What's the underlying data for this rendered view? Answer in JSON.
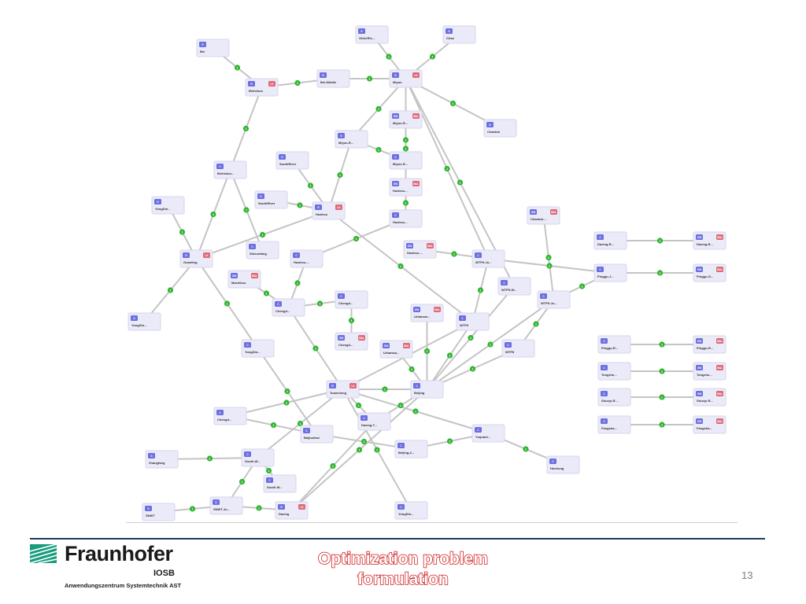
{
  "diagram": {
    "nodes": [
      {
        "id": "bei",
        "label": "Bei",
        "badges": [
          "G"
        ]
      },
      {
        "id": "otherriv",
        "label": "OtherRiv...",
        "badges": [
          "G"
        ]
      },
      {
        "id": "chao",
        "label": "Chao",
        "badges": [
          "G"
        ]
      },
      {
        "id": "beihekou",
        "label": "Beihekou",
        "badges": [
          "R",
          "LK"
        ]
      },
      {
        "id": "beimiddle",
        "label": "Bei-Middle",
        "badges": [
          "R"
        ]
      },
      {
        "id": "miyun",
        "label": "Miyun",
        "badges": [
          "R",
          "LK"
        ]
      },
      {
        "id": "chaobai",
        "label": "Chaobai",
        "badges": [
          "G"
        ]
      },
      {
        "id": "miyunr1",
        "label": "Miyun-R...",
        "badges": [
          "G"
        ]
      },
      {
        "id": "miyunr2",
        "label": "Miyun-R...",
        "badges": [
          "GW",
          "WAL"
        ]
      },
      {
        "id": "miyunr3",
        "label": "Miyun-R...",
        "badges": [
          "C"
        ]
      },
      {
        "id": "beihekou2",
        "label": "Beihekou...",
        "badges": [
          "C"
        ]
      },
      {
        "id": "southriver",
        "label": "SouthRiver",
        "badges": [
          "G"
        ]
      },
      {
        "id": "southriver2",
        "label": "SouthRiver",
        "badges": [
          "G"
        ]
      },
      {
        "id": "huairou",
        "label": "Huairou",
        "badges": [
          "R",
          "LK"
        ]
      },
      {
        "id": "huairou2",
        "label": "Huairou...",
        "badges": [
          "GW",
          "WAL"
        ]
      },
      {
        "id": "huairou3",
        "label": "Huairou...",
        "badges": [
          "C"
        ]
      },
      {
        "id": "yongdin1",
        "label": "YongDin...",
        "badges": [
          "G"
        ]
      },
      {
        "id": "guanting",
        "label": "Guanting",
        "badges": [
          "R",
          "LK"
        ]
      },
      {
        "id": "shixunfang",
        "label": "Shixunfang",
        "badges": [
          "C"
        ]
      },
      {
        "id": "huairou4",
        "label": "Huairou-...",
        "badges": [
          "C"
        ]
      },
      {
        "id": "huairou5",
        "label": "Huairou-...",
        "badges": [
          "GW",
          "WAL"
        ]
      },
      {
        "id": "wtp9ju",
        "label": "WTP9-Ju...",
        "badges": [
          "C"
        ]
      },
      {
        "id": "chaobai2",
        "label": "Chaobai-...",
        "badges": [
          "GW",
          "WAL"
        ]
      },
      {
        "id": "daxingr",
        "label": "Daxing-R...",
        "badges": [
          "C"
        ]
      },
      {
        "id": "daxingr2",
        "label": "Daxing-R...",
        "badges": [
          "GW",
          "WAL"
        ]
      },
      {
        "id": "pinggu",
        "label": "Pinggu-J...",
        "badges": [
          "C"
        ]
      },
      {
        "id": "pinggug",
        "label": "Pinggu-G...",
        "badges": [
          "GW",
          "WAL"
        ]
      },
      {
        "id": "machikou",
        "label": "Machikou",
        "badges": [
          "GW",
          "WAL"
        ]
      },
      {
        "id": "chengd1",
        "label": "Chengd...",
        "badges": [
          "C"
        ]
      },
      {
        "id": "chengd2",
        "label": "Chengd...",
        "badges": [
          "C"
        ]
      },
      {
        "id": "wtp9w",
        "label": "WTP9-W...",
        "badges": [
          "C"
        ]
      },
      {
        "id": "wtp9ju2",
        "label": "WTP9-Ju...",
        "badges": [
          "C"
        ]
      },
      {
        "id": "yongdin2",
        "label": "YongDin...",
        "badges": [
          "G"
        ]
      },
      {
        "id": "urbanwa1",
        "label": "Urbanwa...",
        "badges": [
          "GW",
          "WAL"
        ]
      },
      {
        "id": "wtp9",
        "label": "WTP9",
        "badges": [
          "C"
        ]
      },
      {
        "id": "chengd3",
        "label": "Chengd...",
        "badges": [
          "GW",
          "WAL"
        ]
      },
      {
        "id": "pingguR",
        "label": "Pinggu-R...",
        "badges": [
          "C"
        ]
      },
      {
        "id": "pingguR2",
        "label": "Pinggu-R...",
        "badges": [
          "GW",
          "WAL"
        ]
      },
      {
        "id": "yongdin3",
        "label": "YongDin...",
        "badges": [
          "C"
        ]
      },
      {
        "id": "urbanwa2",
        "label": "Urbanwa...",
        "badges": [
          "GW",
          "WAL"
        ]
      },
      {
        "id": "wtp8",
        "label": "WTP8",
        "badges": [
          "C"
        ]
      },
      {
        "id": "tongzho1",
        "label": "Tongzho...",
        "badges": [
          "C"
        ]
      },
      {
        "id": "tongzho2",
        "label": "Tongzho...",
        "badges": [
          "GW",
          "WAL"
        ]
      },
      {
        "id": "tuancheng",
        "label": "Tuancheng",
        "badges": [
          "R",
          "LK"
        ]
      },
      {
        "id": "beijing",
        "label": "Beijing",
        "badges": [
          "C"
        ]
      },
      {
        "id": "shunyi1",
        "label": "Shunyi-R...",
        "badges": [
          "C"
        ]
      },
      {
        "id": "shunyi2",
        "label": "Shunyi-R...",
        "badges": [
          "GW",
          "WAL"
        ]
      },
      {
        "id": "chengd4",
        "label": "Chengd...",
        "badges": [
          "C"
        ]
      },
      {
        "id": "daxingt",
        "label": "Daxing-T...",
        "badges": [
          "C"
        ]
      },
      {
        "id": "fangsha1",
        "label": "Fangsha...",
        "badges": [
          "C"
        ]
      },
      {
        "id": "fangsha2",
        "label": "Fangsha...",
        "badges": [
          "GW",
          "WAL"
        ]
      },
      {
        "id": "baijiuzhan",
        "label": "Baijiuzhan",
        "badges": [
          "C"
        ]
      },
      {
        "id": "beijing2",
        "label": "Beijing-2...",
        "badges": [
          "C"
        ]
      },
      {
        "id": "yuquan",
        "label": "Yuquant...",
        "badges": [
          "C"
        ]
      },
      {
        "id": "zhangfang",
        "label": "Zhangfang",
        "badges": [
          "G"
        ]
      },
      {
        "id": "southw1",
        "label": "South-W...",
        "badges": [
          "C"
        ]
      },
      {
        "id": "huchong",
        "label": "Huchong",
        "badges": [
          "C"
        ]
      },
      {
        "id": "southw2",
        "label": "South-W...",
        "badges": [
          "C"
        ]
      },
      {
        "id": "snwt",
        "label": "SNWT",
        "badges": [
          "G"
        ]
      },
      {
        "id": "snwtju",
        "label": "SNWT-Ju...",
        "badges": [
          "C"
        ]
      },
      {
        "id": "daxing",
        "label": "Daxing",
        "badges": [
          "R",
          "LK"
        ]
      },
      {
        "id": "yongdin4",
        "label": "YongDin...",
        "badges": [
          "C"
        ]
      }
    ],
    "edge_label": "1"
  },
  "footer": {
    "logo_name": "Fraunhofer",
    "logo_institute": "IOSB",
    "logo_subtitle": "Anwendungszentrum Systemtechnik AST",
    "title_line1": "Optimization problem",
    "title_line2": "formulation",
    "page_number": "13"
  },
  "colors": {
    "node_fill": "#ebeaf8",
    "badge_blue": "#6b70e0",
    "badge_red": "#e06a78",
    "edge_gray": "#c4c4c4",
    "dot_green": "#2fb52f",
    "title_red": "#d02020",
    "footer_navy": "#1f3864"
  }
}
